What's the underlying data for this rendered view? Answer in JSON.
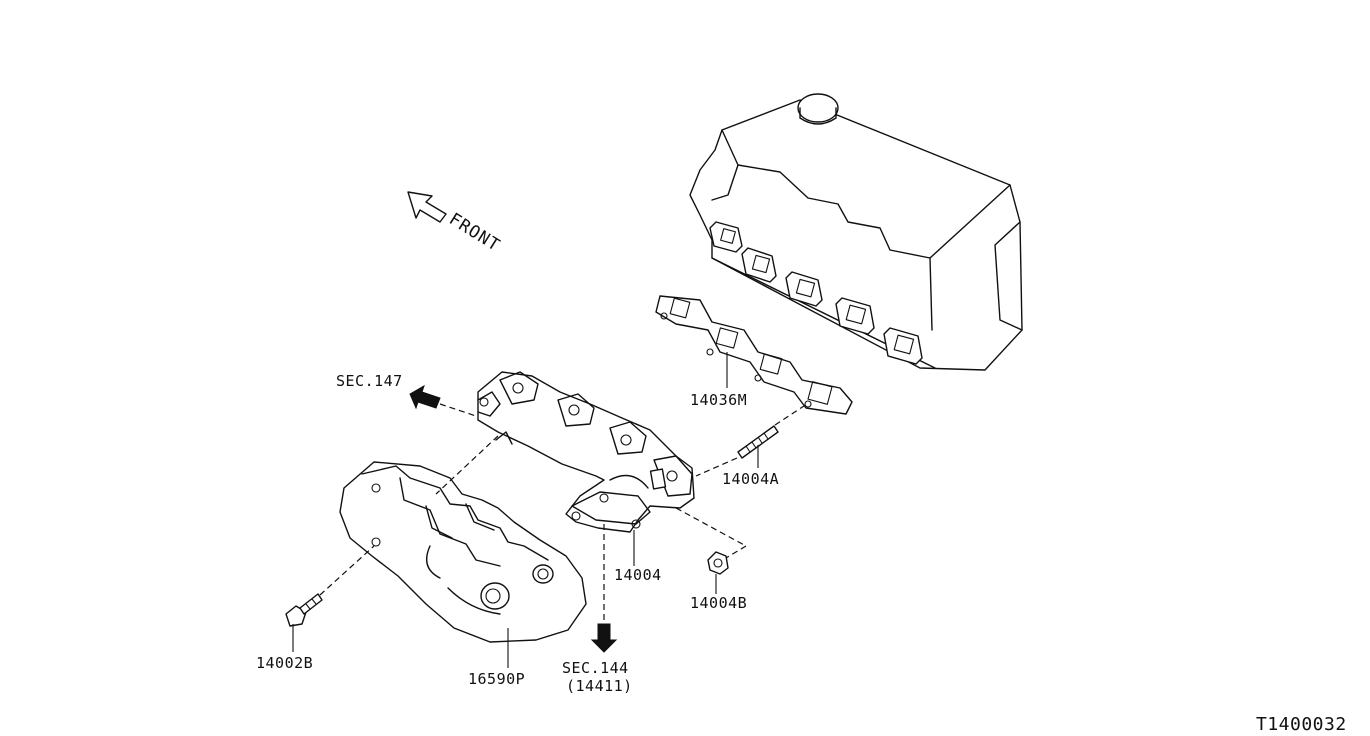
{
  "front_label": "FRONT",
  "labels": {
    "gasket": "14036M",
    "stud": "14004A",
    "manifold": "14004",
    "nut": "14004B",
    "bolt": "14002B",
    "heat_shield": "16590P",
    "sec147": "SEC.147",
    "sec144": "SEC.144",
    "sec144_sub": "(14411)"
  },
  "figure_code": "T1400032"
}
